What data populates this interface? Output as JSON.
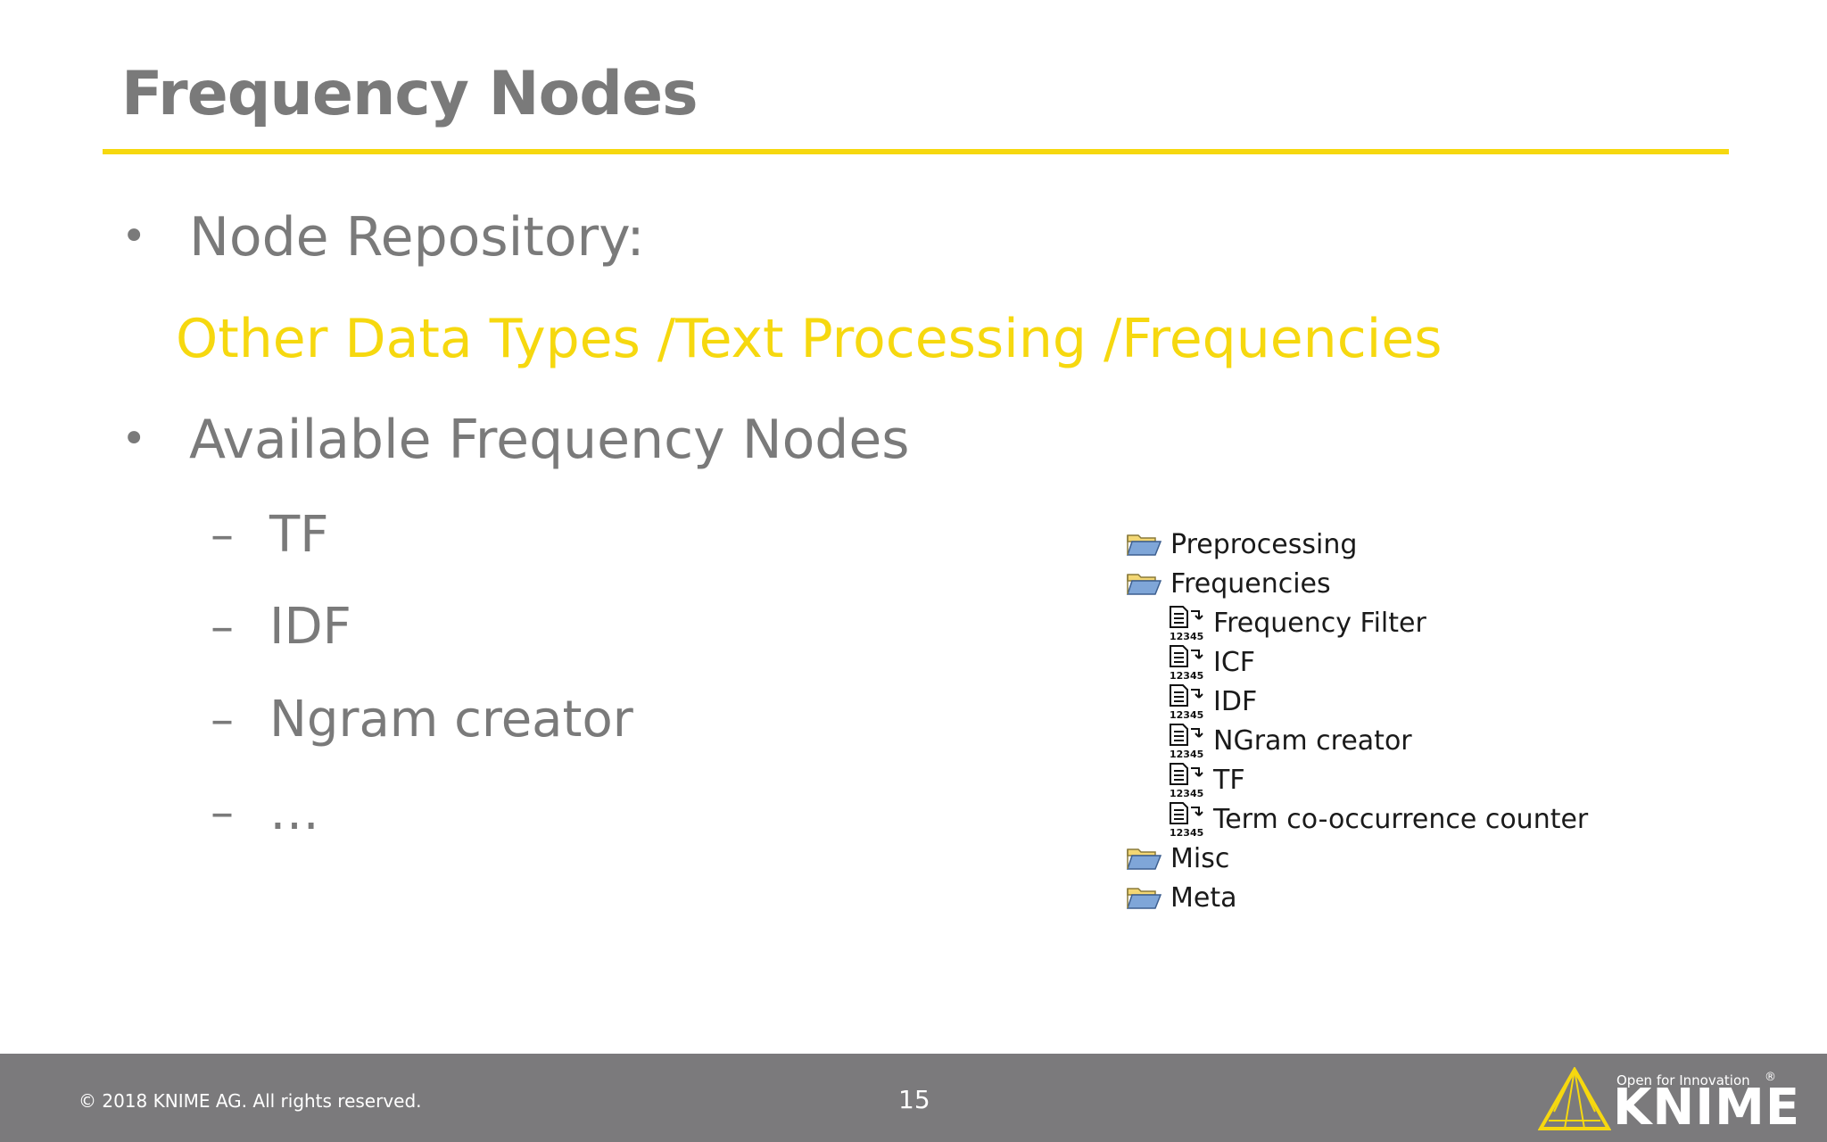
{
  "slide": {
    "title": "Frequency Nodes",
    "bullets": [
      {
        "marker": "•",
        "text": "Node Repository:"
      },
      {
        "marker": "•",
        "text": "Available Frequency Nodes"
      }
    ],
    "path": "Other Data Types /Text Processing /Frequencies",
    "sub_items": [
      {
        "marker": "–",
        "text": "TF"
      },
      {
        "marker": "–",
        "text": "IDF"
      },
      {
        "marker": "–",
        "text": "Ngram creator"
      },
      {
        "marker": "–",
        "text": "…"
      }
    ]
  },
  "tree": {
    "folders_top": [
      {
        "label": "Preprocessing",
        "icon": "folder-open-icon"
      },
      {
        "label": "Frequencies",
        "icon": "folder-open-icon"
      }
    ],
    "nodes": [
      {
        "label": "Frequency Filter",
        "icon": "text-node-icon"
      },
      {
        "label": "ICF",
        "icon": "text-node-icon"
      },
      {
        "label": "IDF",
        "icon": "text-node-icon"
      },
      {
        "label": "NGram creator",
        "icon": "text-node-icon"
      },
      {
        "label": "TF",
        "icon": "text-node-icon"
      },
      {
        "label": "Term co-occurrence counter",
        "icon": "text-node-icon"
      }
    ],
    "folders_bottom": [
      {
        "label": "Misc",
        "icon": "folder-open-icon"
      },
      {
        "label": "Meta",
        "icon": "folder-open-icon"
      }
    ],
    "node_icon_text": "12345"
  },
  "footer": {
    "copyright": "© 2018 KNIME AG. All rights reserved.",
    "page_number": "15",
    "tagline": "Open for Innovation",
    "registered_mark": "®",
    "brand": "KNIME"
  },
  "colors": {
    "accent_yellow": "#f6d80f",
    "text_gray": "#7a7a7a",
    "footer_gray": "#7b7a7c"
  }
}
